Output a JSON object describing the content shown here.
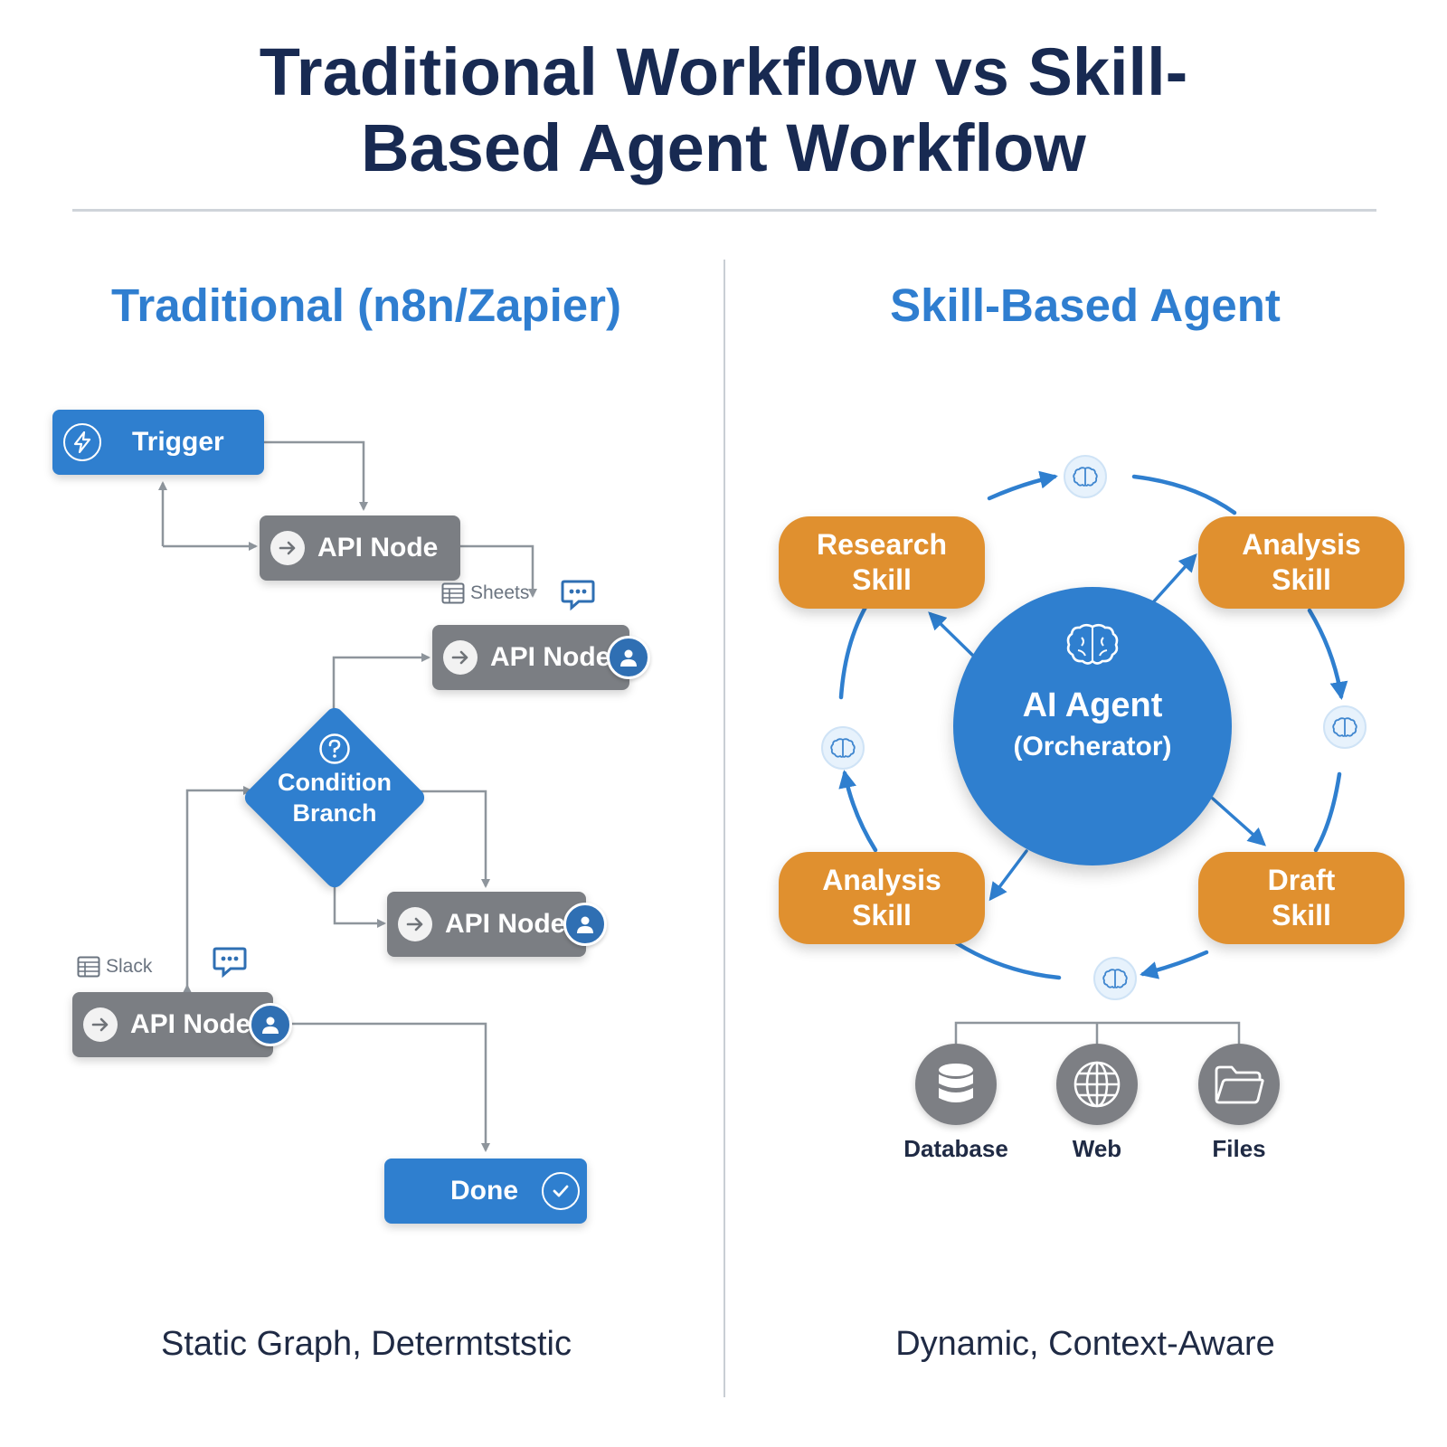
{
  "title": {
    "line1": "Traditional Workflow vs Skill-",
    "line2": "Based Agent Workflow"
  },
  "traditional": {
    "heading": "Traditional (n8n/Zapier)",
    "nodes": {
      "trigger": "Trigger",
      "api1": "API Node",
      "api2": "API Node",
      "condition_line1": "Condition",
      "condition_line2": "Branch",
      "api3": "API Node",
      "api4": "API Node",
      "done": "Done"
    },
    "tags": {
      "sheets": "Sheets",
      "slack": "Slack"
    },
    "footer": "Static Graph, Determtststic"
  },
  "agent": {
    "heading": "Skill-Based Agent",
    "hub": {
      "line1": "AI Agent",
      "line2": "(Orcherator)"
    },
    "skills": {
      "research": {
        "line1": "Research",
        "line2": "Skill"
      },
      "analysis_top": {
        "line1": "Analysis",
        "line2": "Skill"
      },
      "analysis_bottom": {
        "line1": "Analysis",
        "line2": "Skill"
      },
      "draft": {
        "line1": "Draft",
        "line2": "Skill"
      }
    },
    "resources": [
      "Database",
      "Web",
      "Files"
    ],
    "footer": "Dynamic, Context-Aware"
  },
  "colors": {
    "title": "#182a52",
    "accent_blue": "#2f7fcf",
    "node_gray": "#7b7e83",
    "skill_orange": "#e0902f",
    "connector": "#8e959c"
  }
}
